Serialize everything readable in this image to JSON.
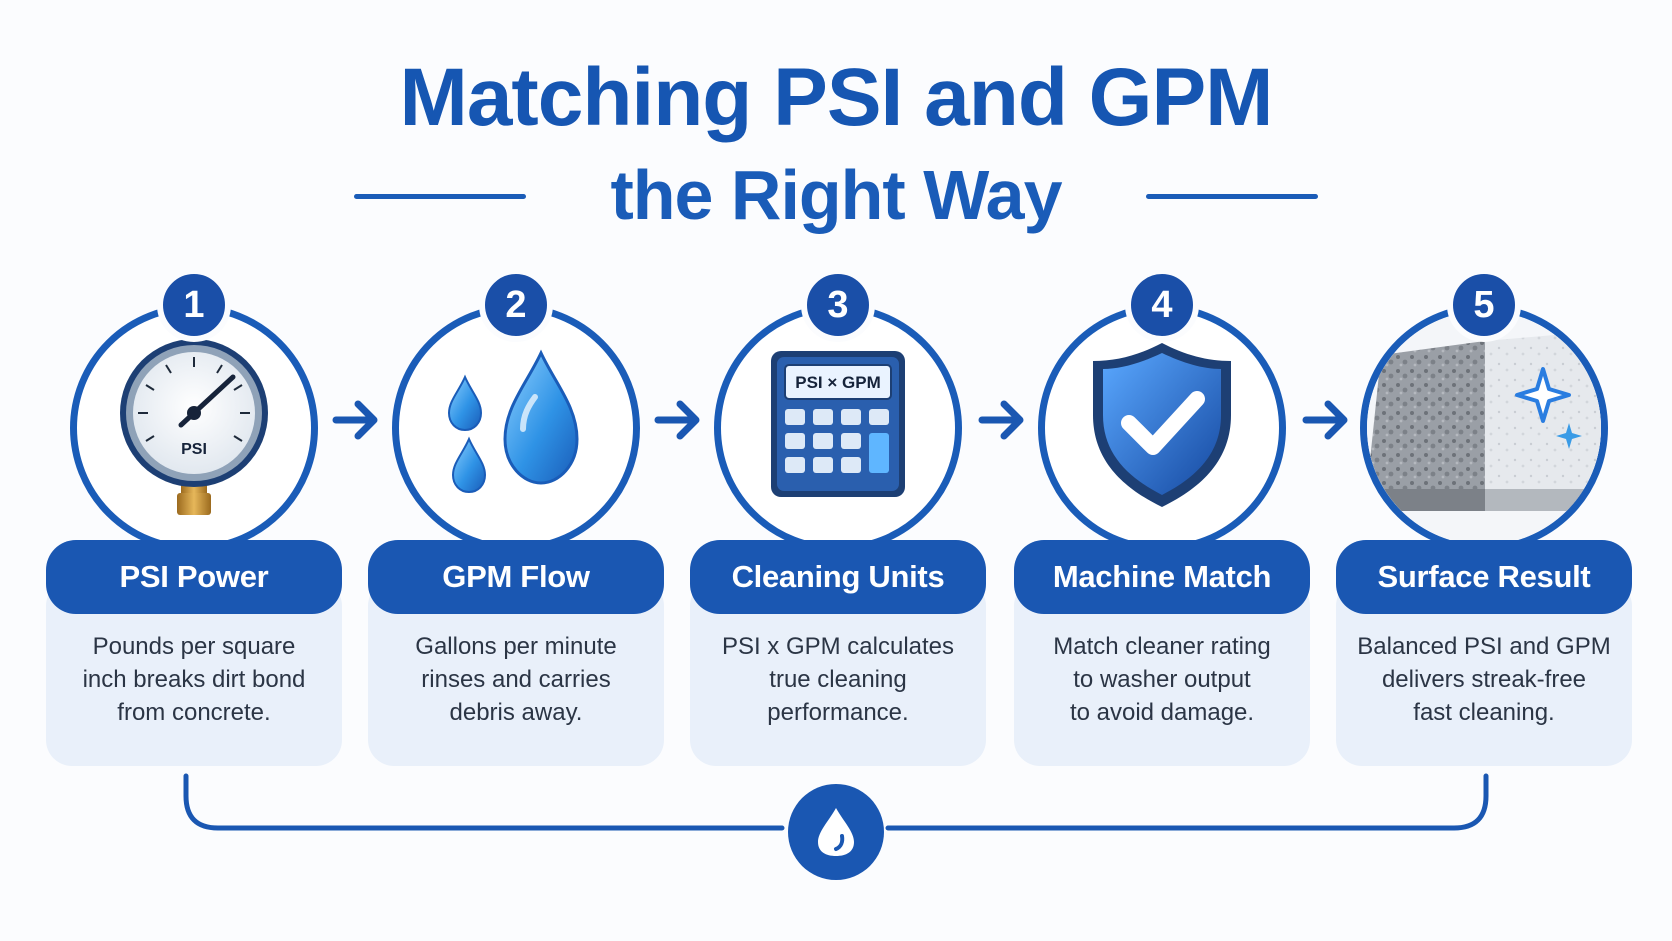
{
  "title": {
    "line1": "Matching PSI and GPM",
    "line2": "the Right Way"
  },
  "colors": {
    "primary": "#1a57b2",
    "dark_blue": "#1a4fa8",
    "card_bg": "#e9f0fa",
    "water": "#3a9be6"
  },
  "steps": [
    {
      "number": "1",
      "icon": "pressure-gauge-icon",
      "icon_text": "PSI",
      "label": "PSI Power",
      "description": [
        "Pounds per square",
        "inch breaks dirt bond",
        "from concrete."
      ]
    },
    {
      "number": "2",
      "icon": "water-drops-icon",
      "label": "GPM Flow",
      "description": [
        "Gallons per minute",
        "rinses and carries",
        "debris away."
      ]
    },
    {
      "number": "3",
      "icon": "calculator-icon",
      "icon_text": "PSI × GPM",
      "label": "Cleaning Units",
      "description": [
        "PSI x GPM calculates",
        "true cleaning",
        "performance."
      ]
    },
    {
      "number": "4",
      "icon": "shield-check-icon",
      "label": "Machine Match",
      "description": [
        "Match cleaner rating",
        "to washer output",
        "to avoid damage."
      ]
    },
    {
      "number": "5",
      "icon": "clean-surface-icon",
      "label": "Surface Result",
      "description": [
        "Balanced PSI and GPM",
        "delivers streak-free",
        "fast cleaning."
      ]
    }
  ],
  "footer_icon": "water-drop-icon"
}
